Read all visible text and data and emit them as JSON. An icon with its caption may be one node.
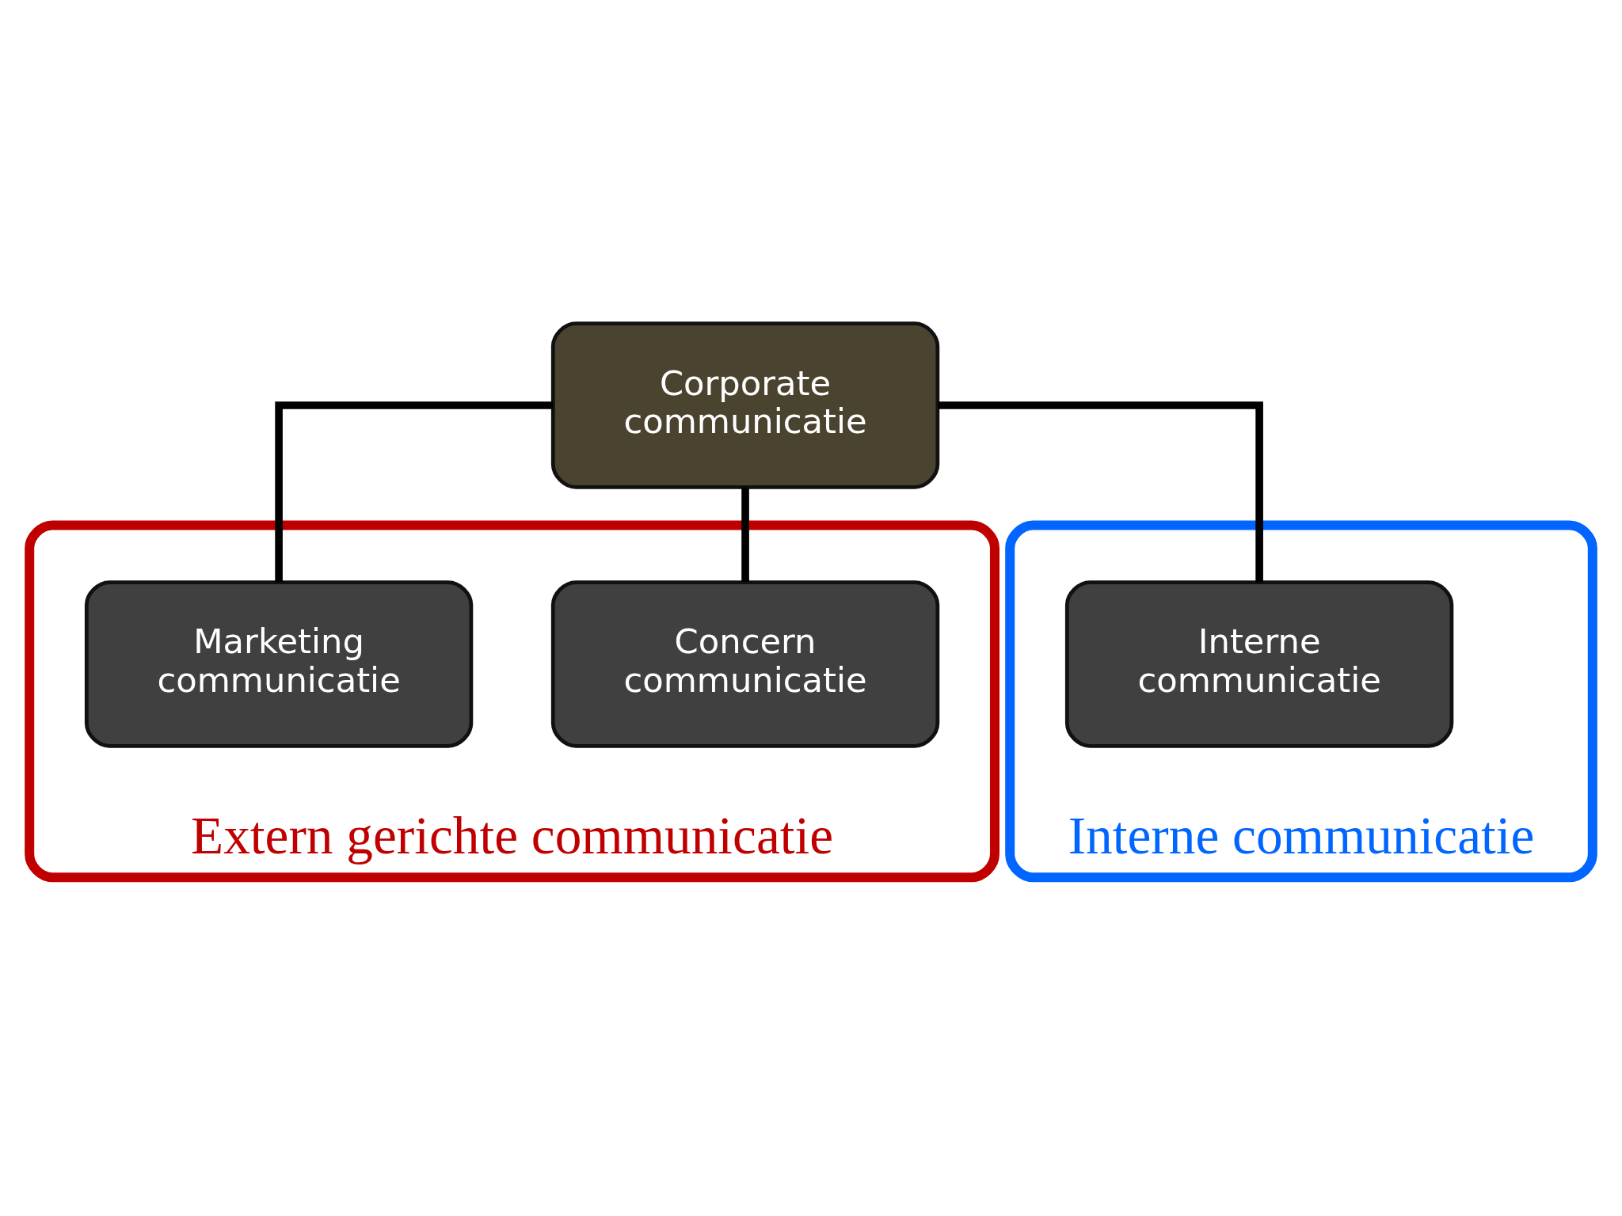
{
  "diagram": {
    "nodes": [
      {
        "text": [
          "Extern gerichte communicatie"
        ]
      },
      {
        "text": [
          "Interne communicatie"
        ]
      },
      {
        "text": [
          "Corporate communicatie"
        ]
      },
      {
        "text": [
          "Concern communicatie"
        ],
        "in": 0
      },
      {
        "text": [
          "Marketing communicatie"
        ],
        "in": 0
      },
      {
        "text": [
          "Interne communicatie"
        ],
        "in": 1
      }
    ],
    "edges": [
      {
        "from": 2,
        "to": 3,
        "arrow": "none"
      },
      {
        "from": 2,
        "to": 4,
        "arrow": "none"
      },
      {
        "from": 2,
        "to": 5,
        "arrow": "none"
      }
    ]
  }
}
